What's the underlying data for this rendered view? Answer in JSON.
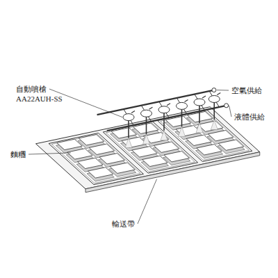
{
  "diagram": {
    "labels": [
      "自動噴槍",
      "AA22AUH-SS",
      "空氣供給",
      "液體供給",
      "麵糰",
      "輸送帶"
    ]
  }
}
